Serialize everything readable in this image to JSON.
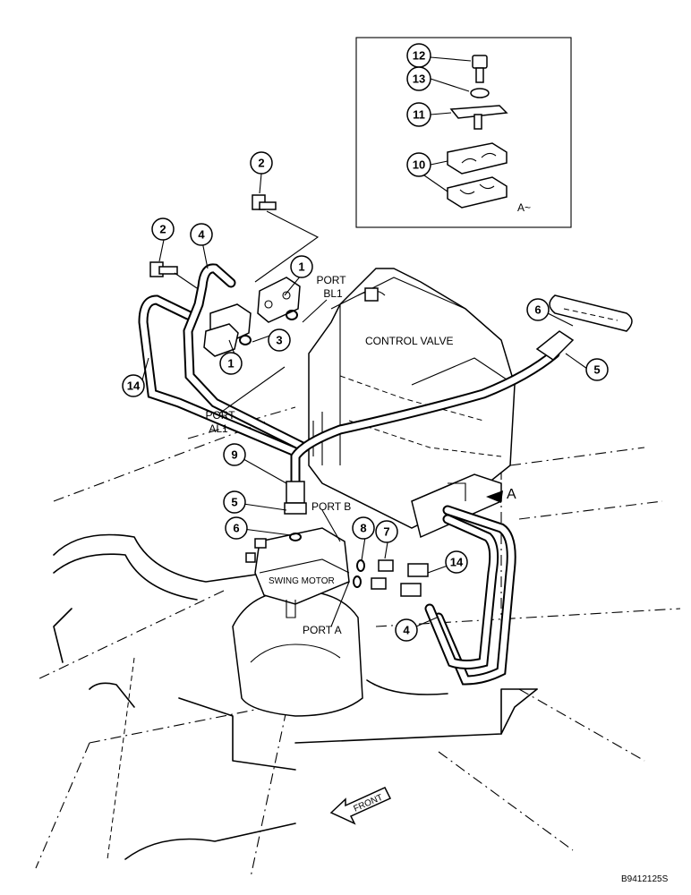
{
  "callouts": [
    "1",
    "2",
    "3",
    "4",
    "5",
    "6",
    "7",
    "8",
    "9",
    "10",
    "11",
    "12",
    "13",
    "14"
  ],
  "labels": {
    "port_bl1": [
      "PORT",
      "BL1"
    ],
    "port_al1": [
      "PORT",
      "AL1"
    ],
    "port_b": "PORT B",
    "port_a": "PORT A",
    "control_valve": "CONTROL VALVE",
    "swing_motor": "SWING MOTOR",
    "view_ref": "A",
    "detail_tag": "A~",
    "front_arrow": "FRONT",
    "figure_code": "B9412125S"
  }
}
